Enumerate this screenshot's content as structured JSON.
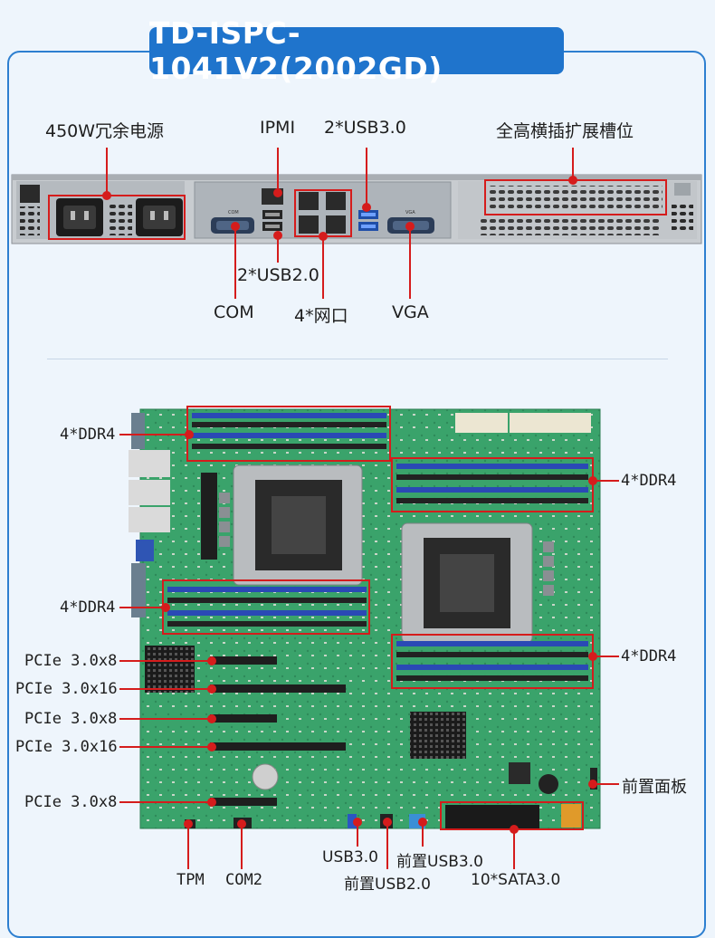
{
  "title": "TD-ISPC-1041V2(2002GD)",
  "rear_panel": {
    "psu": "450W冗余电源",
    "ipmi": "IPMI",
    "usb30": "2*USB3.0",
    "slot": "全高横插扩展槽位",
    "usb20": "2*USB2.0",
    "com": "COM",
    "lan": "4*网口",
    "vga": "VGA",
    "silk_com": "COM",
    "silk_vga": "VGA"
  },
  "board": {
    "ddr_tl": "4*DDR4",
    "ddr_tr": "4*DDR4",
    "ddr_ml": "4*DDR4",
    "ddr_mr": "4*DDR4",
    "pcie1": "PCIe 3.0x8",
    "pcie2": "PCIe 3.0x16",
    "pcie3": "PCIe 3.0x8",
    "pcie4": "PCIe 3.0x16",
    "pcie5": "PCIe 3.0x8",
    "front_panel": "前置面板",
    "tpm": "TPM",
    "com2": "COM2",
    "usb30": "USB3.0",
    "front_usb30": "前置USB3.0",
    "front_usb20": "前置USB2.0",
    "sata": "10*SATA3.0"
  },
  "colors": {
    "accent": "#1f74cc",
    "callout": "#d51c1c",
    "pcb": "#3aa36b"
  }
}
